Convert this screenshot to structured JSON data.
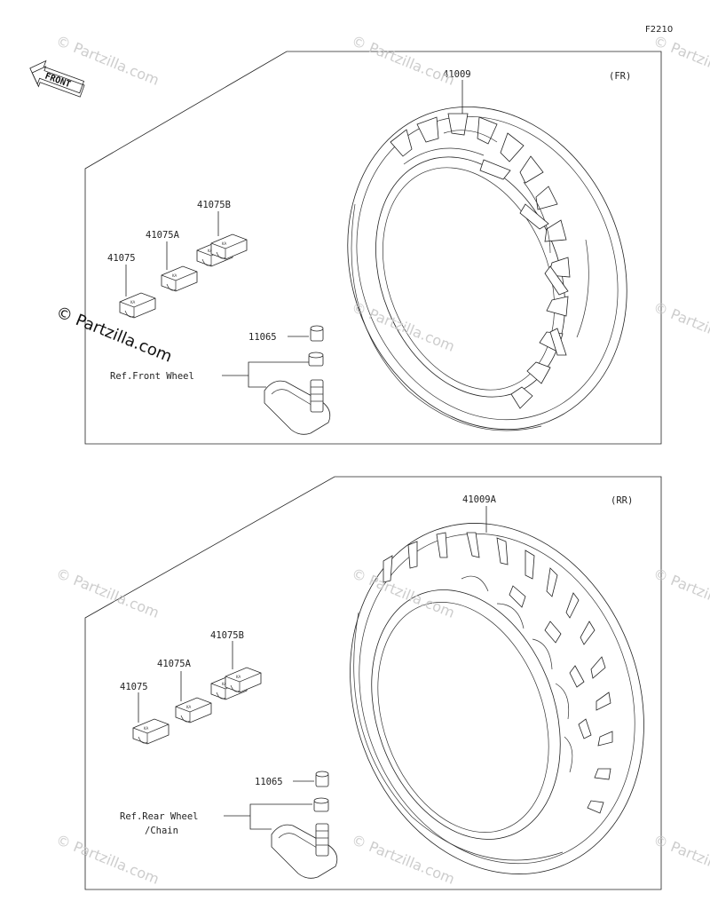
{
  "figure_code": "F2210",
  "front_arrow": {
    "text": "FRONT",
    "icon": "front-direction-arrow-icon"
  },
  "watermark": {
    "text": "© Partzilla.com",
    "color": "#c8c8c8"
  },
  "front_panel": {
    "position_tag": "(FR)",
    "tire_part": "41009",
    "weights": [
      "41075",
      "41075A",
      "41075B"
    ],
    "valve_cap_part": "11065",
    "reference": [
      "Ref.Front Wheel"
    ]
  },
  "rear_panel": {
    "position_tag": "(RR)",
    "tire_part": "41009A",
    "weights": [
      "41075",
      "41075A",
      "41075B"
    ],
    "valve_cap_part": "11065",
    "reference": [
      "Ref.Rear Wheel",
      "/Chain"
    ]
  }
}
